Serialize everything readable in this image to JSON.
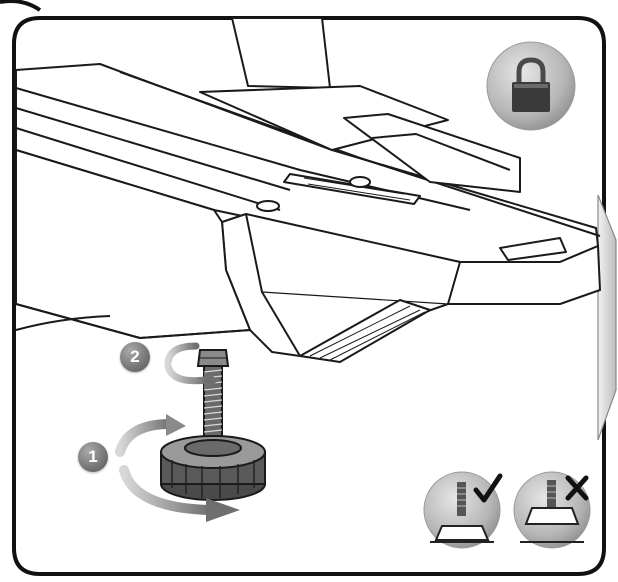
{
  "steps": [
    {
      "number": "2",
      "action": "lock-nut"
    },
    {
      "number": "1",
      "action": "adjust-foot"
    }
  ],
  "icons": {
    "lock": "padlock-icon",
    "correct": "foot-correct-icon",
    "incorrect": "foot-incorrect-icon"
  },
  "colors": {
    "frame": "#111111",
    "badge": "#6d6d6d",
    "arrow": "#8a8a8a",
    "icon_circle": "#bdbdbd"
  }
}
